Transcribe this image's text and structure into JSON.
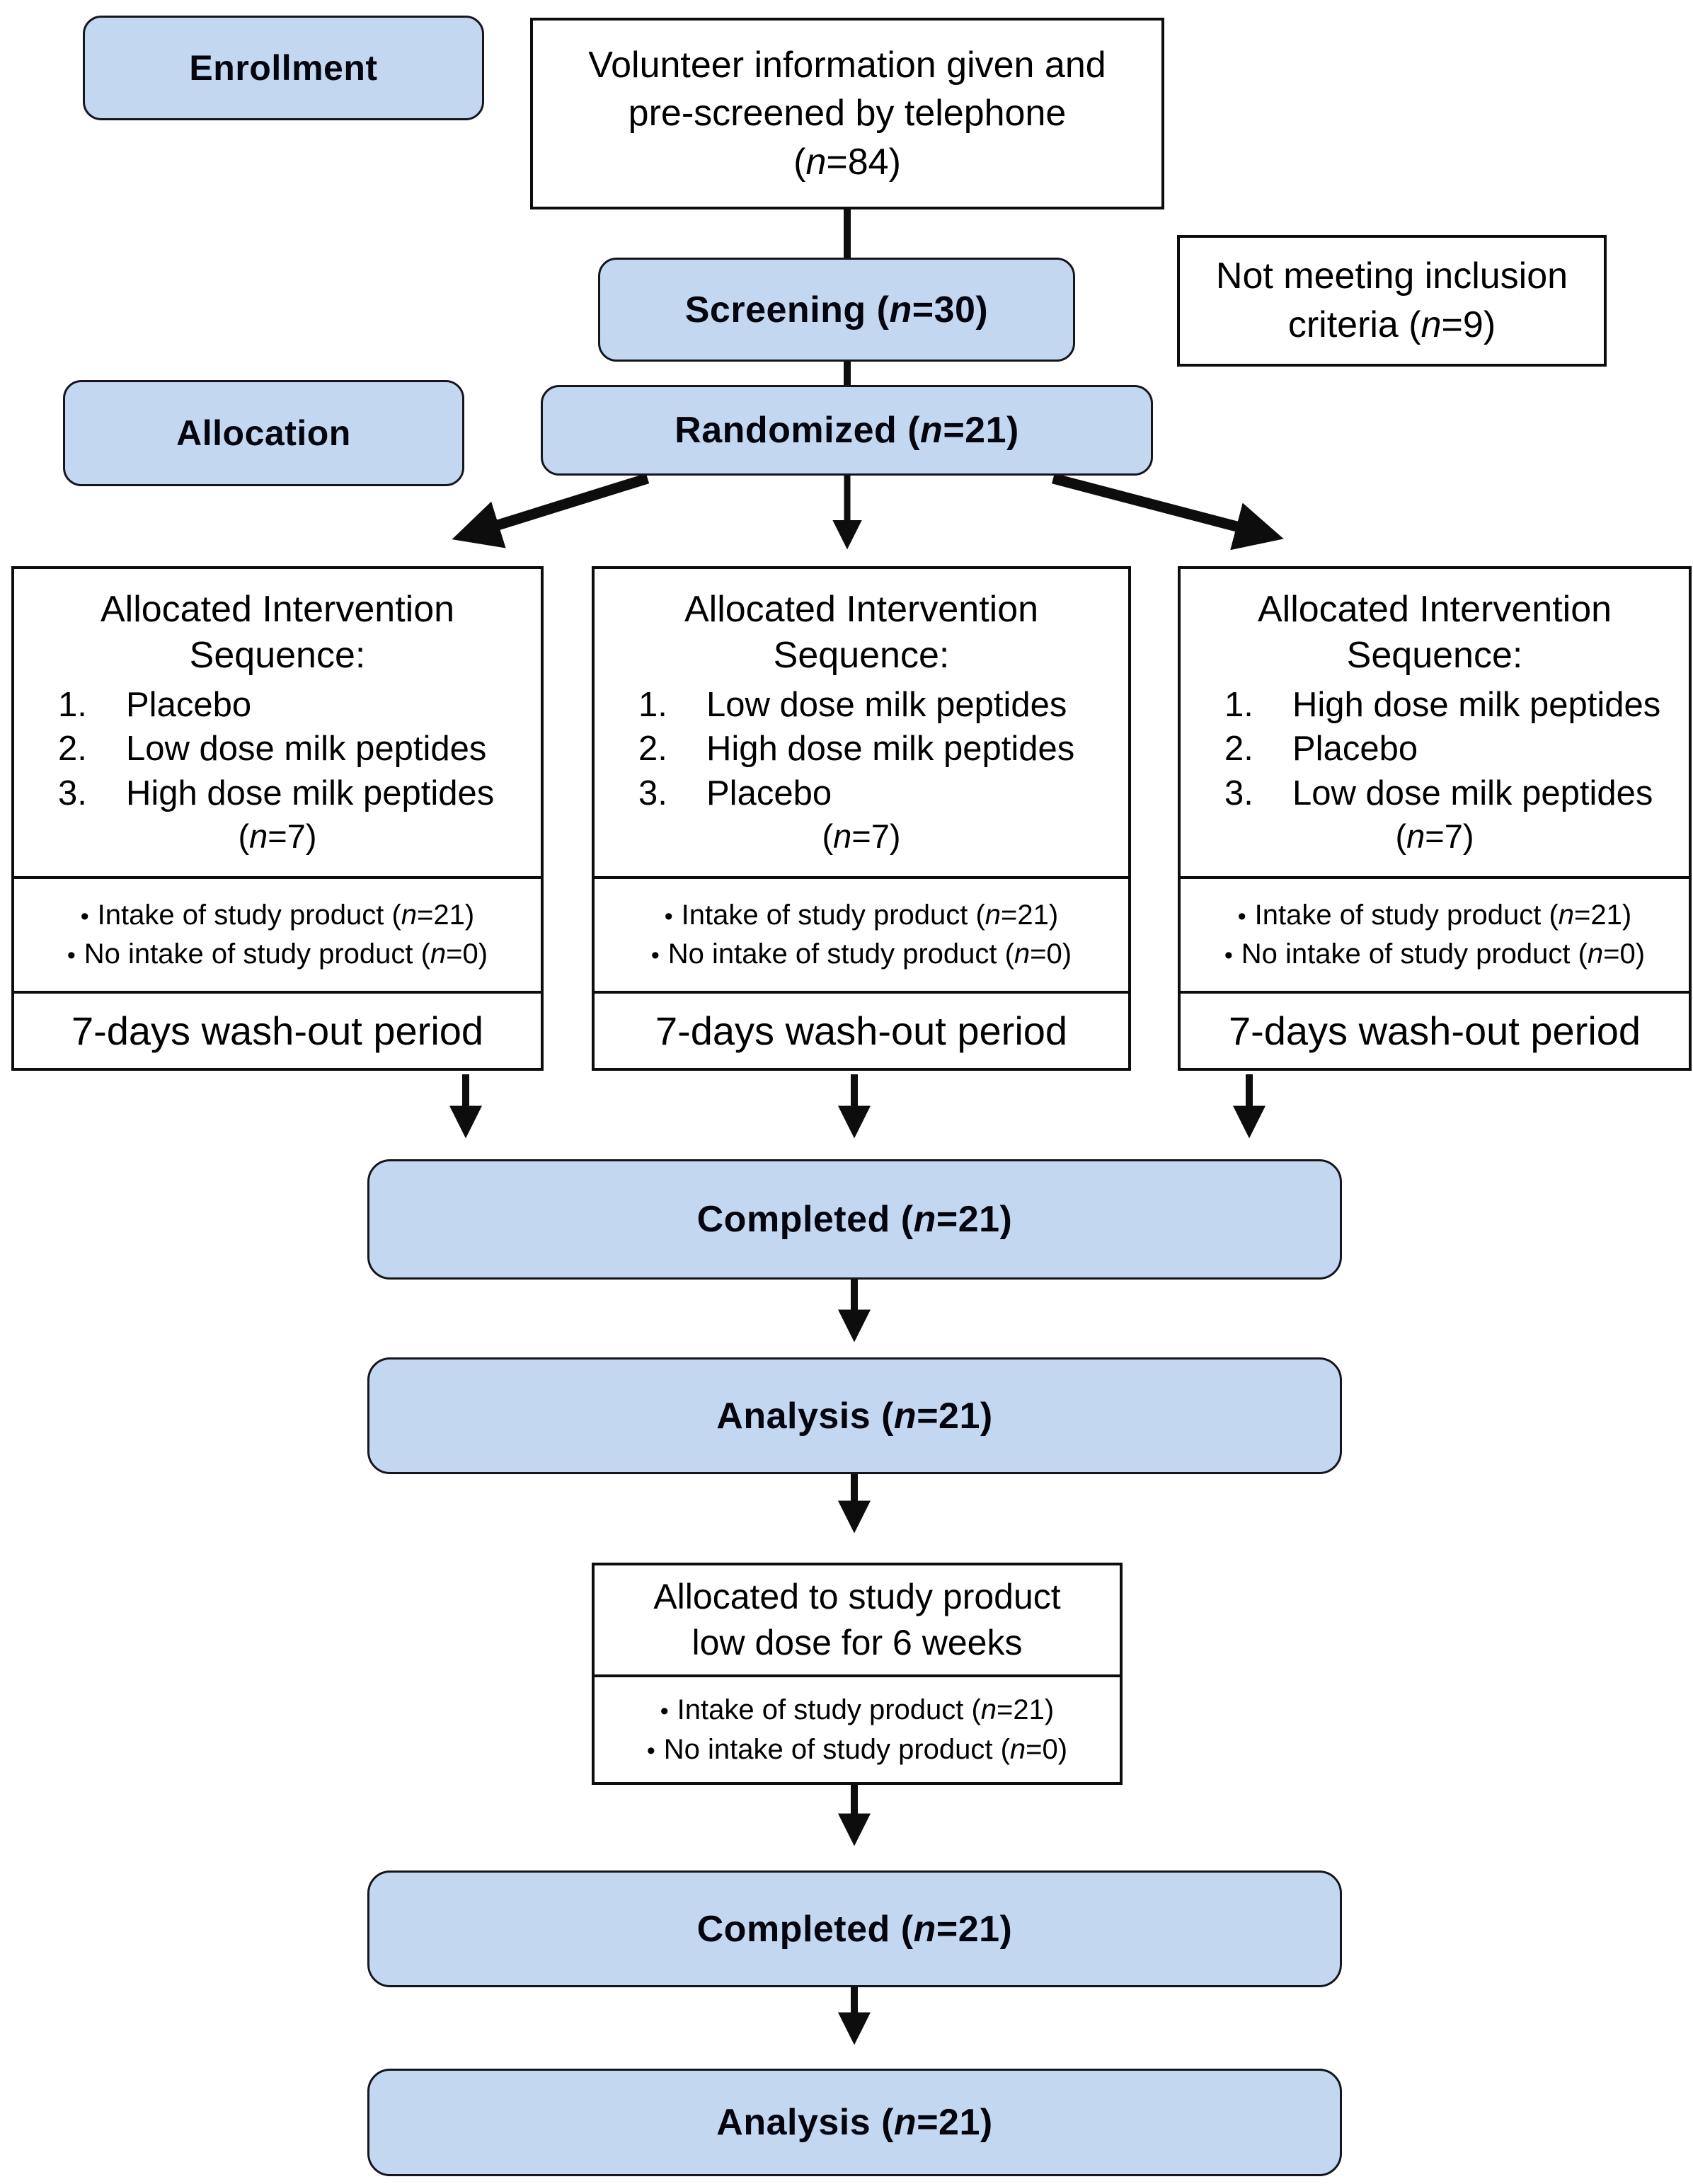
{
  "figure": {
    "colors": {
      "box_fill": "#c3d8f0",
      "border": "#0d0d0d"
    },
    "bullet": "•",
    "enrollment_label": "Enrollment",
    "allocation_label": "Allocation",
    "volunteer": {
      "line1": "Volunteer information given and",
      "line2": "pre-screened by telephone",
      "line3": "(n=84)"
    },
    "screening_label": "Screening (n=30)",
    "not_meeting": {
      "line1": "Not meeting inclusion",
      "line2": "criteria (n=9)"
    },
    "randomized_label": "Randomized (n=21)",
    "sequences": [
      {
        "title1": "Allocated Intervention",
        "title2": "Sequence:",
        "items": [
          {
            "num": "1.",
            "text": "Placebo"
          },
          {
            "num": "2.",
            "text": "Low dose milk peptides"
          },
          {
            "num": "3.",
            "text": "High dose milk peptides"
          }
        ],
        "n_label": "(n=7)",
        "intake1": "Intake of study product (n=21)",
        "intake2": "No intake of study product (n=0)",
        "washout": "7-days wash-out period"
      },
      {
        "title1": "Allocated Intervention",
        "title2": "Sequence:",
        "items": [
          {
            "num": "1.",
            "text": "Low dose milk peptides"
          },
          {
            "num": "2.",
            "text": "High dose milk peptides"
          },
          {
            "num": "3.",
            "text": "Placebo"
          }
        ],
        "n_label": "(n=7)",
        "intake1": "Intake of study product (n=21)",
        "intake2": "No intake of study product (n=0)",
        "washout": "7-days wash-out period"
      },
      {
        "title1": "Allocated Intervention",
        "title2": "Sequence:",
        "items": [
          {
            "num": "1.",
            "text": "High dose milk peptides"
          },
          {
            "num": "2.",
            "text": "Placebo"
          },
          {
            "num": "3.",
            "text": "Low dose milk peptides"
          }
        ],
        "n_label": "(n=7)",
        "intake1": "Intake of study product (n=21)",
        "intake2": "No intake of study product (n=0)",
        "washout": "7-days wash-out period"
      }
    ],
    "completed1_label": "Completed (n=21)",
    "analysis1_label": "Analysis (n=21)",
    "allocated6w": {
      "line1": "Allocated to study product",
      "line2": "low dose for 6 weeks",
      "intake1": "Intake of study product (n=21)",
      "intake2": "No intake of study product (n=0)"
    },
    "completed2_label": "Completed (n=21)",
    "analysis2_label": "Analysis (n=21)"
  }
}
